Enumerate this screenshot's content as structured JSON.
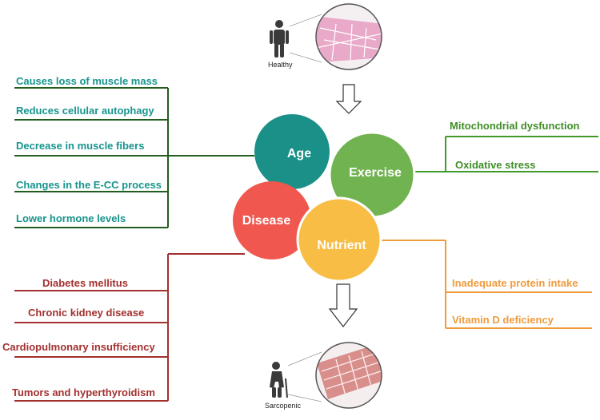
{
  "colors": {
    "age": "#1a9089",
    "exercise": "#72b351",
    "disease": "#f0584f",
    "nutrient": "#f7bd45",
    "age_text": "#16948d",
    "age_line": "#225c1f",
    "exercise_line": "#3f9a2a",
    "exercise_text": "#3f8e26",
    "disease_line": "#a3302f",
    "disease_text": "#a3302f",
    "nutrient_line": "#ef9b3c",
    "nutrient_text": "#ef9b3c",
    "healthy_tissue": "#e9a9c8",
    "sarcopenic_tissue": "#d88f8c"
  },
  "top": {
    "label": "Healthy"
  },
  "bottom": {
    "label": "Sarcopenic"
  },
  "factors": {
    "age": "Age",
    "exercise": "Exercise",
    "disease": "Disease",
    "nutrient": "Nutrient"
  },
  "age_effects": [
    "Causes loss of muscle mass",
    "Reduces cellular autophagy",
    "Decrease in muscle fibers",
    "Changes in the E-CC process",
    "Lower hormone levels"
  ],
  "exercise_effects": [
    "Mitochondrial dysfunction",
    "Oxidative stress"
  ],
  "disease_effects": [
    "Diabetes mellitus",
    "Chronic kidney disease",
    "Cardiopulmonary insufficiency",
    "Tumors and hyperthyroidism"
  ],
  "nutrient_effects": [
    "Inadequate protein intake",
    "Vitamin D deficiency"
  ]
}
